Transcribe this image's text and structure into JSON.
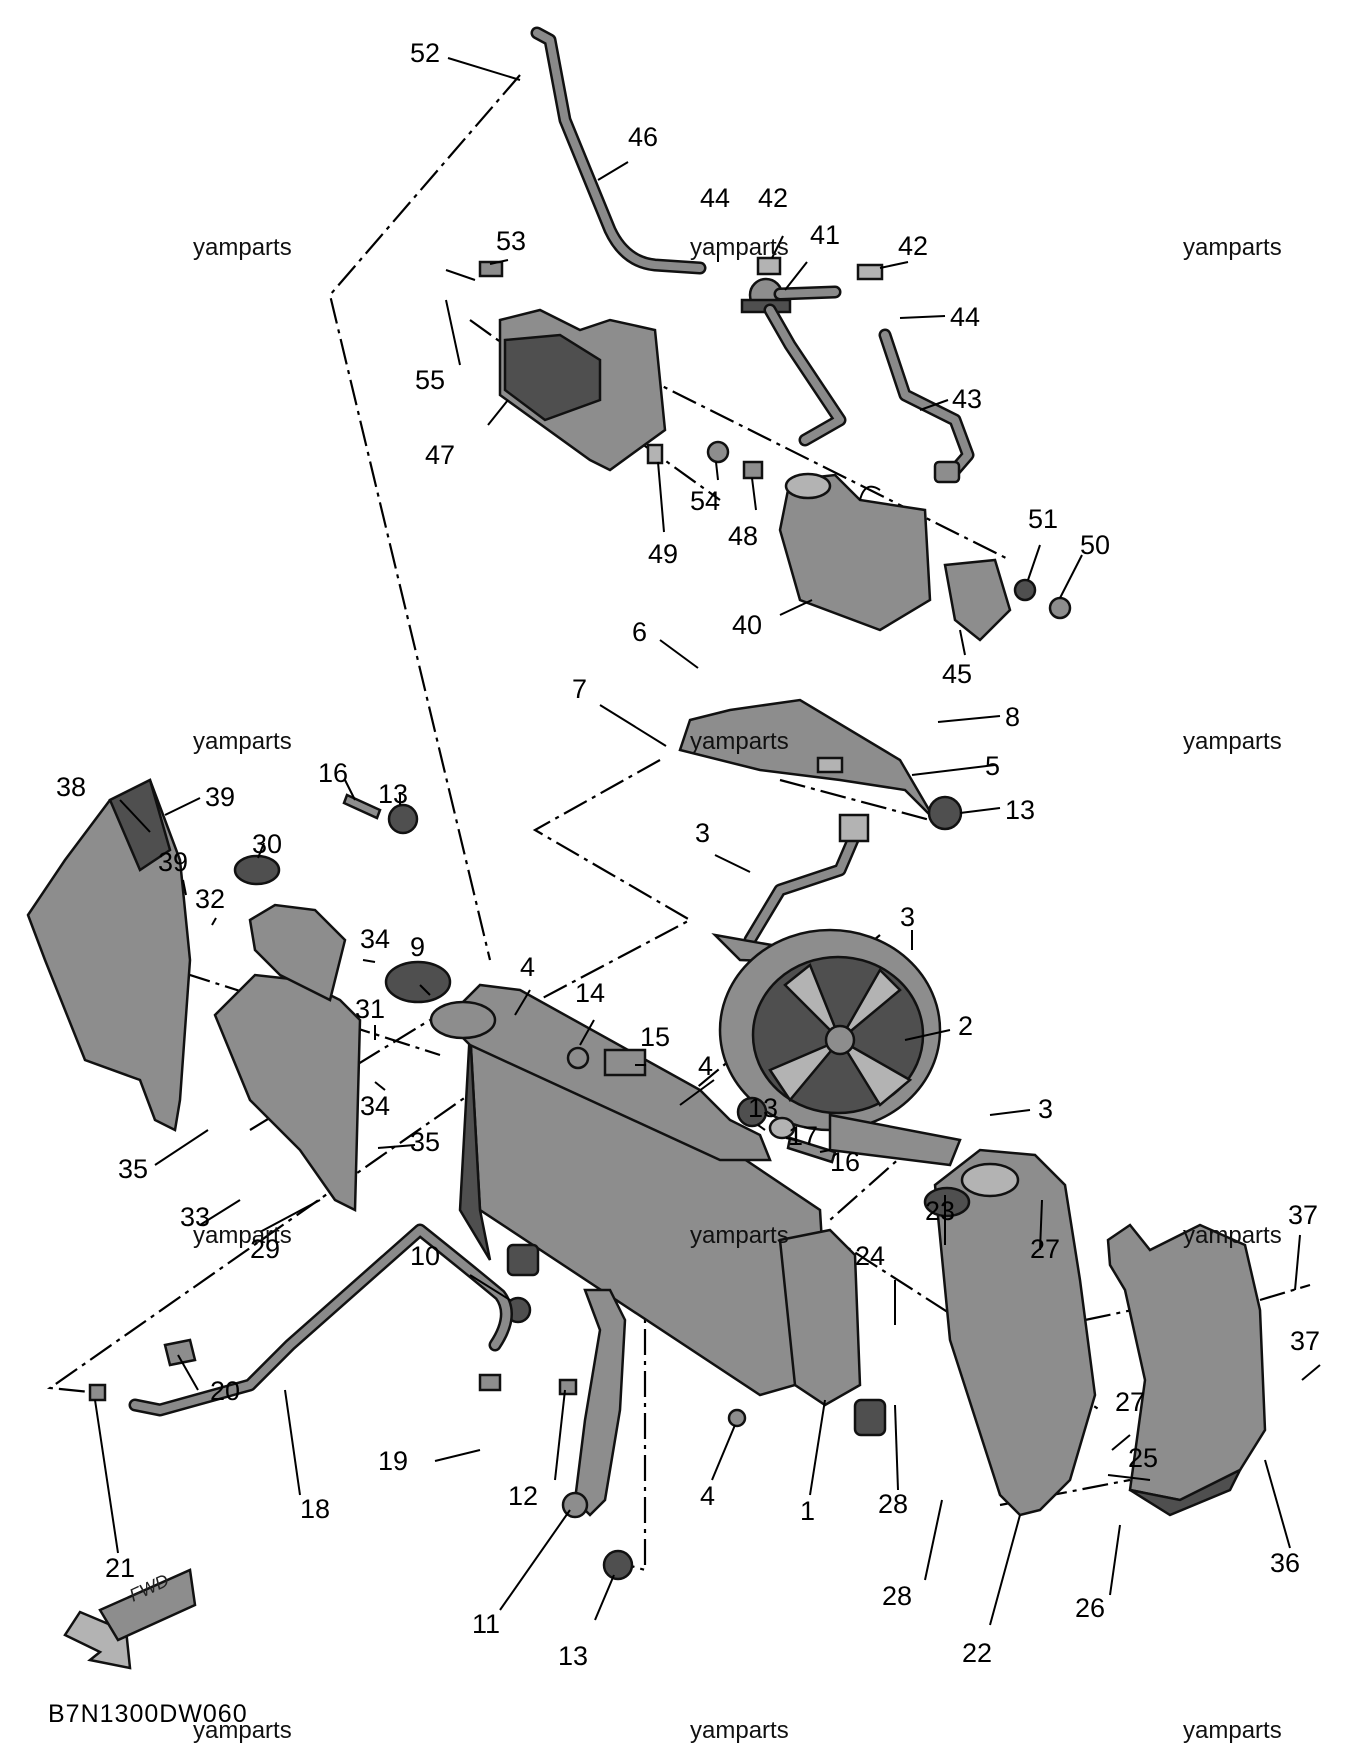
{
  "diagram": {
    "code": "B7N1300DW060",
    "fwd_label": "FWD",
    "watermark": "yamparts",
    "callouts": [
      {
        "id": "c52",
        "label": "52"
      },
      {
        "id": "c46",
        "label": "46"
      },
      {
        "id": "c44a",
        "label": "44"
      },
      {
        "id": "c42a",
        "label": "42"
      },
      {
        "id": "c41",
        "label": "41"
      },
      {
        "id": "c42b",
        "label": "42"
      },
      {
        "id": "c44b",
        "label": "44"
      },
      {
        "id": "c53",
        "label": "53"
      },
      {
        "id": "c55",
        "label": "55"
      },
      {
        "id": "c43",
        "label": "43"
      },
      {
        "id": "c47",
        "label": "47"
      },
      {
        "id": "c54",
        "label": "54"
      },
      {
        "id": "c48",
        "label": "48"
      },
      {
        "id": "c49",
        "label": "49"
      },
      {
        "id": "c51",
        "label": "51"
      },
      {
        "id": "c50",
        "label": "50"
      },
      {
        "id": "c40",
        "label": "40"
      },
      {
        "id": "c45",
        "label": "45"
      },
      {
        "id": "c6",
        "label": "6"
      },
      {
        "id": "c7",
        "label": "7"
      },
      {
        "id": "c8",
        "label": "8"
      },
      {
        "id": "c5",
        "label": "5"
      },
      {
        "id": "c13a",
        "label": "13"
      },
      {
        "id": "c38",
        "label": "38"
      },
      {
        "id": "c39a",
        "label": "39"
      },
      {
        "id": "c16a",
        "label": "16"
      },
      {
        "id": "c13b",
        "label": "13"
      },
      {
        "id": "c30",
        "label": "30"
      },
      {
        "id": "c3a",
        "label": "3"
      },
      {
        "id": "c39b",
        "label": "39"
      },
      {
        "id": "c32",
        "label": "32"
      },
      {
        "id": "c3b",
        "label": "3"
      },
      {
        "id": "c34a",
        "label": "34"
      },
      {
        "id": "c9",
        "label": "9"
      },
      {
        "id": "c4a",
        "label": "4"
      },
      {
        "id": "c14",
        "label": "14"
      },
      {
        "id": "c2",
        "label": "2"
      },
      {
        "id": "c31",
        "label": "31"
      },
      {
        "id": "c15",
        "label": "15"
      },
      {
        "id": "c4b",
        "label": "4"
      },
      {
        "id": "c34b",
        "label": "34"
      },
      {
        "id": "c3c",
        "label": "3"
      },
      {
        "id": "c35a",
        "label": "35"
      },
      {
        "id": "c35b",
        "label": "35"
      },
      {
        "id": "c13c",
        "label": "13"
      },
      {
        "id": "c17",
        "label": "17"
      },
      {
        "id": "c16b",
        "label": "16"
      },
      {
        "id": "c33",
        "label": "33"
      },
      {
        "id": "c29",
        "label": "29"
      },
      {
        "id": "c23",
        "label": "23"
      },
      {
        "id": "c37a",
        "label": "37"
      },
      {
        "id": "c10",
        "label": "10"
      },
      {
        "id": "c24",
        "label": "24"
      },
      {
        "id": "c27a",
        "label": "27"
      },
      {
        "id": "c37b",
        "label": "37"
      },
      {
        "id": "c20",
        "label": "20"
      },
      {
        "id": "c27b",
        "label": "27"
      },
      {
        "id": "c25",
        "label": "25"
      },
      {
        "id": "c19",
        "label": "19"
      },
      {
        "id": "c18",
        "label": "18"
      },
      {
        "id": "c12",
        "label": "12"
      },
      {
        "id": "c4c",
        "label": "4"
      },
      {
        "id": "c1",
        "label": "1"
      },
      {
        "id": "c28a",
        "label": "28"
      },
      {
        "id": "c21",
        "label": "21"
      },
      {
        "id": "c36",
        "label": "36"
      },
      {
        "id": "c28b",
        "label": "28"
      },
      {
        "id": "c11",
        "label": "11"
      },
      {
        "id": "c26",
        "label": "26"
      },
      {
        "id": "c13d",
        "label": "13"
      },
      {
        "id": "c22",
        "label": "22"
      }
    ]
  }
}
